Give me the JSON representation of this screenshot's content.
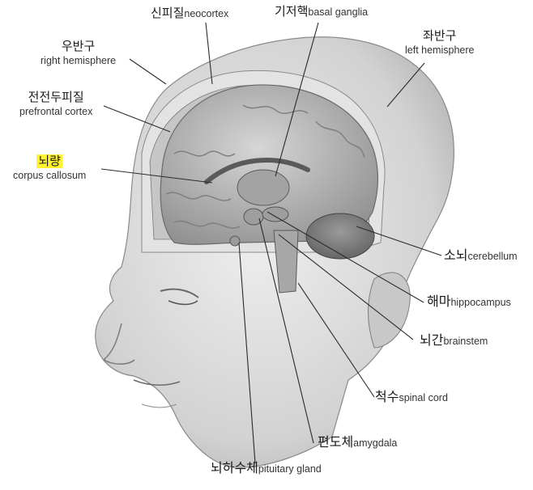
{
  "labels": {
    "neocortex": {
      "ko": "신피질",
      "en": "neocortex"
    },
    "basal_ganglia": {
      "ko": "기저핵",
      "en": "basal ganglia"
    },
    "right_hemisphere": {
      "ko": "우반구",
      "en": "right hemisphere"
    },
    "left_hemisphere": {
      "ko": "좌반구",
      "en": "left hemisphere"
    },
    "prefrontal_cortex": {
      "ko": "전전두피질",
      "en": "prefrontal cortex"
    },
    "corpus_callosum": {
      "ko": "뇌량",
      "en": "corpus callosum"
    },
    "cerebellum": {
      "ko": "소뇌",
      "en": "cerebellum"
    },
    "hippocampus": {
      "ko": "해마",
      "en": "hippocampus"
    },
    "brainstem": {
      "ko": "뇌간",
      "en": "brainstem"
    },
    "spinal_cord": {
      "ko": "척수",
      "en": "spinal cord"
    },
    "amygdala": {
      "ko": "편도체",
      "en": "amygdala"
    },
    "pituitary_gland": {
      "ko": "뇌하수체",
      "en": "pituitary gland"
    }
  },
  "colors": {
    "highlight": "#fff42e",
    "leader_line": "#2a2a2a",
    "skin": "#d9d9d9",
    "brain": "#b9b9b9"
  }
}
